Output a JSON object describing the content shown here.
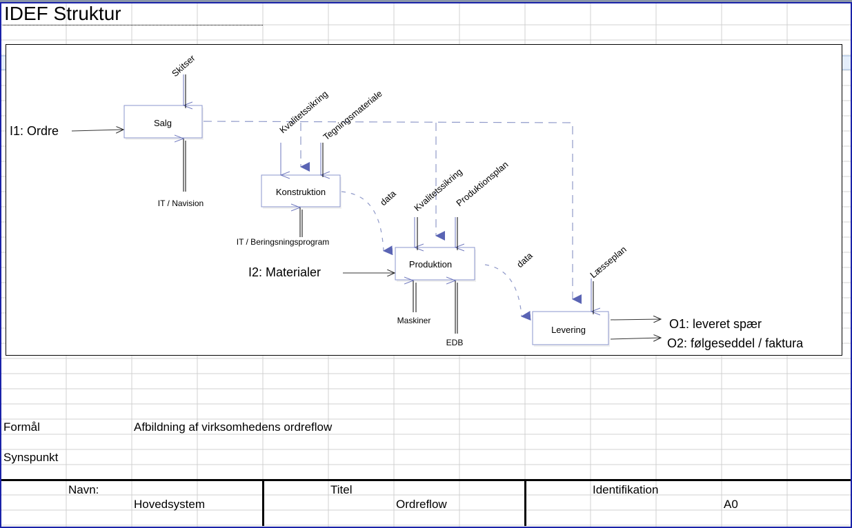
{
  "sheet": {
    "title": "IDEF Struktur",
    "colors": {
      "gridline": "#d0d0d0",
      "selection_frame": "#1a22a8",
      "selected_row": "#e4eefb",
      "box_border": "#8a94cc",
      "arrow_blue": "#5a64b4",
      "dashed_blue": "#8f99c9"
    }
  },
  "diagram": {
    "activities": [
      {
        "id": "A1",
        "label": "Salg"
      },
      {
        "id": "A2",
        "label": "Konstruktion"
      },
      {
        "id": "A3",
        "label": "Produktion"
      },
      {
        "id": "A4",
        "label": "Levering"
      }
    ],
    "inputs": [
      {
        "id": "I1",
        "label": "I1: Ordre",
        "to": "Salg"
      },
      {
        "id": "I2",
        "label": "I2: Materialer",
        "to": "Produktion"
      }
    ],
    "outputs": [
      {
        "id": "O1",
        "label": "O1: leveret spær",
        "from": "Levering"
      },
      {
        "id": "O2",
        "label": "O2: følgeseddel / faktura",
        "from": "Levering"
      }
    ],
    "controls": [
      {
        "label": "Skitser",
        "to": "Salg"
      },
      {
        "label": "Kvalitetssikring",
        "to": "Konstruktion"
      },
      {
        "label": "Tegningsmateriale",
        "to": "Konstruktion"
      },
      {
        "label": "Kvalitetssikring",
        "to": "Produktion"
      },
      {
        "label": "Produktionsplan",
        "to": "Produktion"
      },
      {
        "label": "Læsseplan",
        "to": "Levering"
      }
    ],
    "mechanisms": [
      {
        "label": "IT / Navision",
        "to": "Salg"
      },
      {
        "label": "IT / Beringsningsprogram",
        "to": "Konstruktion"
      },
      {
        "label": "Maskiner",
        "to": "Produktion"
      },
      {
        "label": "EDB",
        "to": "Produktion"
      }
    ],
    "flows": [
      {
        "label": "data",
        "from": "Konstruktion",
        "to": "Produktion"
      },
      {
        "label": "data",
        "from": "Produktion",
        "to": "Levering"
      }
    ]
  },
  "form": {
    "purpose_label": "Formål",
    "purpose_value": "Afbildning af virksomhedens ordreflow",
    "viewpoint_label": "Synspunkt",
    "viewpoint_value": ""
  },
  "footer": {
    "name_label": "Navn:",
    "name_value": "Hovedsystem",
    "title_label": "Titel",
    "title_value": "Ordreflow",
    "id_label": "Identifikation",
    "id_value": "A0"
  }
}
